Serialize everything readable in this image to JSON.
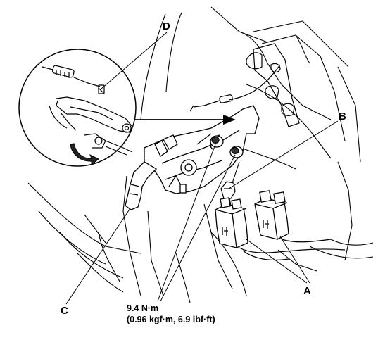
{
  "callouts": {
    "a": "A",
    "b": "B",
    "c": "C",
    "d": "D"
  },
  "torque": {
    "line1": "9.4 N·m",
    "line2": "(0.96 kgf·m, 6.9 lbf·ft)"
  }
}
